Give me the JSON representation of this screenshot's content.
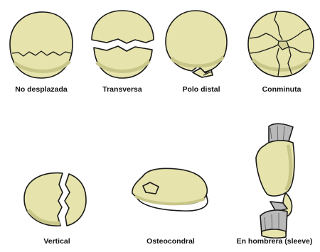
{
  "colors": {
    "bone_fill": "#e6e4ac",
    "bone_shade": "#c9c68a",
    "outline": "#1a1a1a",
    "tendon": "#b9b9b9"
  },
  "labels": {
    "no_desplazada": "No desplazada",
    "transversa": "Transversa",
    "polo_distal": "Polo distal",
    "conminuta": "Conminuta",
    "vertical": "Vertical",
    "osteocondral": "Osteocondral",
    "en_hombrera": "En hombrera (sleeve)"
  }
}
